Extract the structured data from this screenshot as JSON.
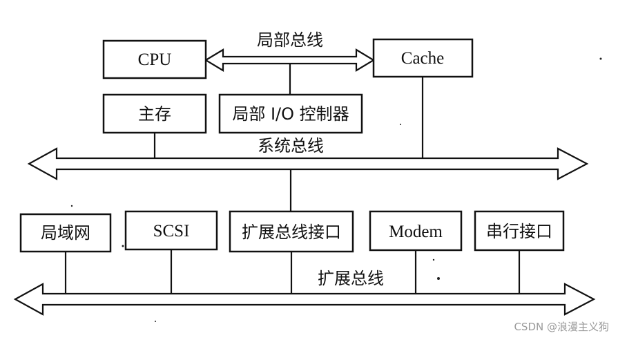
{
  "diagram": {
    "nodes": {
      "cpu": "CPU",
      "cache": "Cache",
      "main_memory": "主存",
      "local_io_controller": "局部 I/O 控制器",
      "lan": "局域网",
      "scsi": "SCSI",
      "expansion_bus_interface": "扩展总线接口",
      "modem": "Modem",
      "serial_interface": "串行接口"
    },
    "buses": {
      "local_bus": "局部总线",
      "system_bus": "系统总线",
      "expansion_bus": "扩展总线"
    }
  },
  "watermark": "CSDN @浪漫主义狗"
}
